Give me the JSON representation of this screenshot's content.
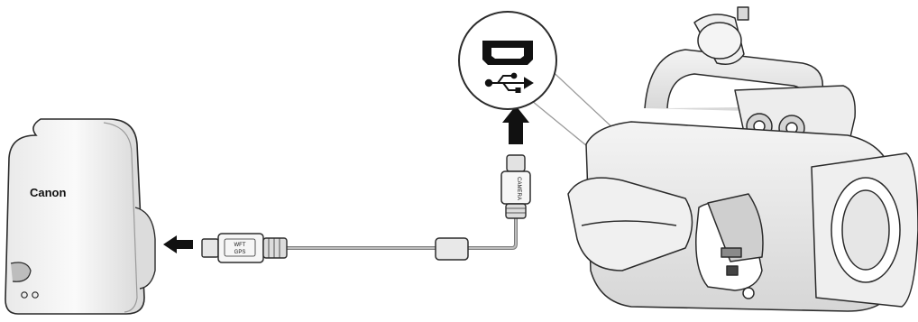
{
  "device": {
    "brand": "Canon"
  },
  "cable": {
    "plug_left_label_line1": "WFT",
    "plug_left_label_line2": "GPS",
    "plug_right_label": "CAMERA"
  },
  "callout": {
    "port_icon": "mini-usb-port-icon",
    "symbol_icon": "usb-symbol-icon"
  },
  "colors": {
    "outline": "#2b2b2b",
    "fill_light": "#f2f2f2",
    "fill_mid": "#d9d9d9",
    "arrow": "#111111"
  }
}
